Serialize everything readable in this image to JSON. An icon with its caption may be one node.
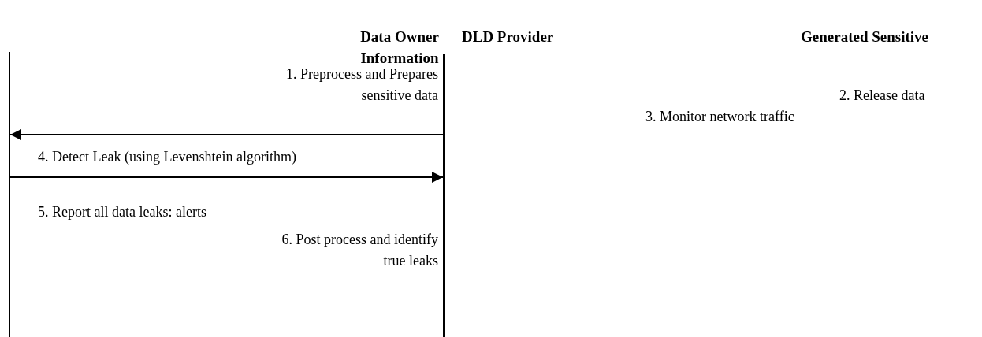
{
  "diagram": {
    "nodes": [
      {
        "text": [],
        "shape": "bar"
      },
      {
        "text": [],
        "shape": "bar"
      }
    ],
    "edges": [
      {
        "from": 1,
        "to": 0,
        "arrow": "to"
      },
      {
        "from": 0,
        "to": 1,
        "arrow": "to",
        "label": "4. Detect Leak (using Levenshtein algorithm)"
      }
    ],
    "labels": [
      "Data Owner Information",
      "DLD Provider",
      "Generated Sensitive",
      "1. Preprocess and Prepares sensitive data",
      "2. Release data",
      "3. Monitor network traffic",
      "5. Report all data leaks: alerts",
      "6. Post process and identify true leaks"
    ]
  }
}
